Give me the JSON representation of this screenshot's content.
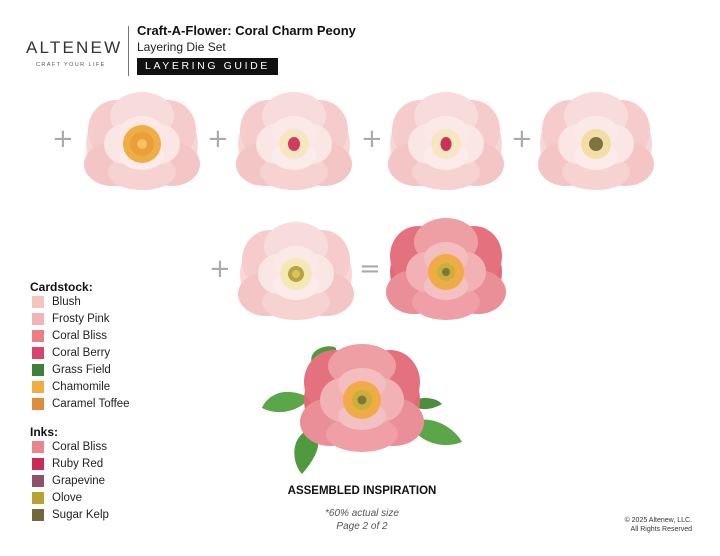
{
  "brand": {
    "name": "ALTENEW",
    "tagline": "CRAFT YOUR LIFE"
  },
  "header": {
    "title": "Craft-A-Flower: Coral Charm Peony",
    "subtitle": "Layering Die Set",
    "badge": "LAYERING GUIDE"
  },
  "operators": {
    "plus": "+",
    "equals": "="
  },
  "cardstock": {
    "heading": "Cardstock:",
    "items": [
      {
        "label": "Blush",
        "color": "#f4c4c0"
      },
      {
        "label": "Frosty Pink",
        "color": "#efb4b8"
      },
      {
        "label": "Coral Bliss",
        "color": "#ec7f86"
      },
      {
        "label": "Coral Berry",
        "color": "#d9456a"
      },
      {
        "label": "Grass Field",
        "color": "#3f7f3a"
      },
      {
        "label": "Chamomile",
        "color": "#f1ac45"
      },
      {
        "label": "Caramel Toffee",
        "color": "#df8d3d"
      }
    ]
  },
  "inks": {
    "heading": "Inks:",
    "items": [
      {
        "label": "Coral Bliss",
        "color": "#e9858e"
      },
      {
        "label": "Ruby Red",
        "color": "#c82c56"
      },
      {
        "label": "Grapevine",
        "color": "#8e5268"
      },
      {
        "label": "Olove",
        "color": "#b7a234"
      },
      {
        "label": "Sugar Kelp",
        "color": "#6f6a3e"
      }
    ]
  },
  "footer": {
    "assembled_caption": "ASSEMBLED INSPIRATION",
    "size_note": "*60% actual size",
    "page_note": "Page 2 of 2",
    "copyright_line1": "© 2025 Altenew, LLC.",
    "copyright_line2": "All Rights Reserved"
  }
}
